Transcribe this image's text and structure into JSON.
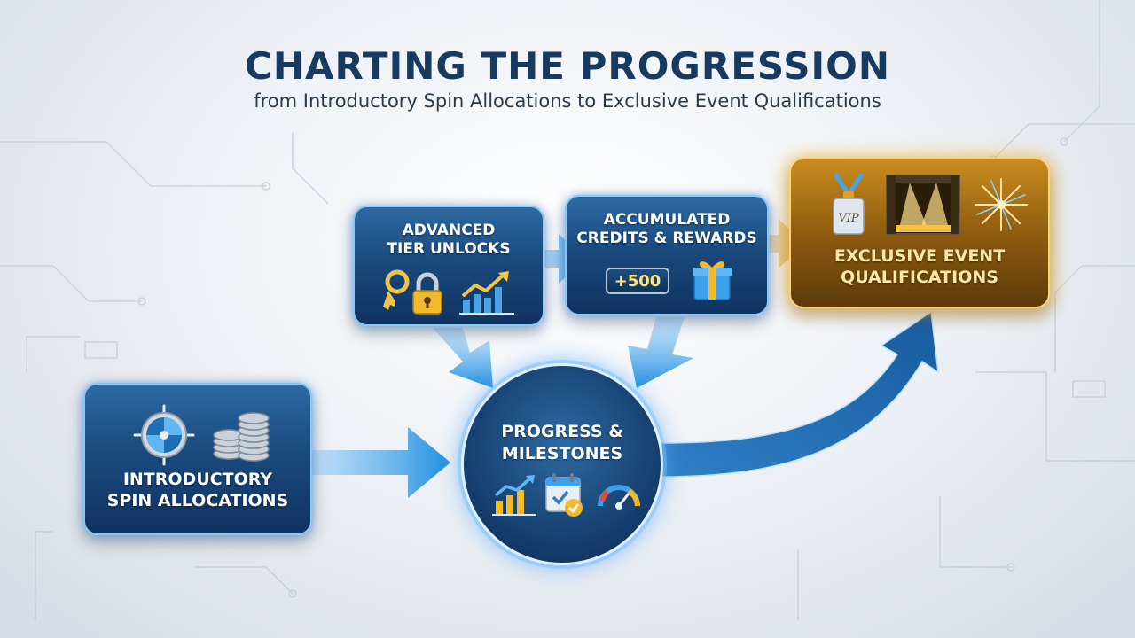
{
  "title": "CHARTING THE PROGRESSION",
  "subtitle": "from Introductory Spin Allocations to Exclusive Event Qualifications",
  "nodes": {
    "intro": {
      "line1": "INTRODUCTORY",
      "line2": "SPIN ALLOCATIONS",
      "icons": [
        "spin-wheel-icon",
        "coin-stack-icon"
      ]
    },
    "advanced": {
      "line1": "ADVANCED",
      "line2": "TIER UNLOCKS",
      "icons": [
        "key-icon",
        "padlock-icon",
        "growth-chart-icon"
      ]
    },
    "credits": {
      "line1": "ACCUMULATED",
      "line2": "CREDITS & REWARDS",
      "badge": "+500",
      "icons": [
        "gift-box-icon"
      ]
    },
    "progress": {
      "line1": "PROGRESS &",
      "line2": "MILESTONES",
      "icons": [
        "bar-chart-icon",
        "calendar-check-icon",
        "gauge-icon"
      ]
    },
    "exclusive": {
      "line1": "EXCLUSIVE EVENT",
      "line2": "QUALIFICATIONS",
      "vip_label": "VIP",
      "icons": [
        "vip-pass-icon",
        "stage-spotlight-icon",
        "fireworks-icon"
      ]
    }
  },
  "colors": {
    "title": "#173a60",
    "card_blue": "#1a4a7e",
    "card_gold": "#8f5c10",
    "arrow": "#3aa0e8",
    "gold_text": "#ffe9a8"
  }
}
